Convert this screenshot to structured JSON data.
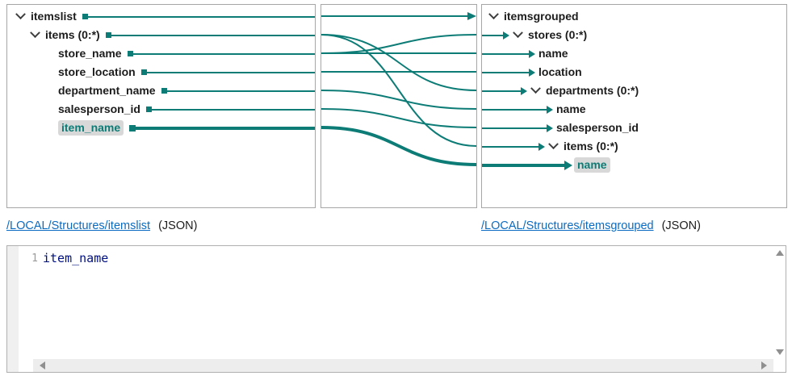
{
  "colors": {
    "mapping_teal": "#0d7c76",
    "selected_background": "#d8d8d8",
    "panel_border": "#a6a6a6",
    "link_blue": "#0b6bc2",
    "code_text": "#001080"
  },
  "source_tree": {
    "rows": [
      {
        "label": "itemslist",
        "level": 0,
        "expandable": true
      },
      {
        "label": "items (0:*)",
        "level": 1,
        "expandable": true
      },
      {
        "label": "store_name",
        "level": 2,
        "expandable": false
      },
      {
        "label": "store_location",
        "level": 2,
        "expandable": false
      },
      {
        "label": "department_name",
        "level": 2,
        "expandable": false
      },
      {
        "label": "salesperson_id",
        "level": 2,
        "expandable": false
      },
      {
        "label": "item_name",
        "level": 2,
        "expandable": false,
        "selected": true,
        "thick": true
      }
    ]
  },
  "target_tree": {
    "rows": [
      {
        "label": "itemsgrouped",
        "level": 0,
        "expandable": true,
        "no_arrow": true
      },
      {
        "label": "stores (0:*)",
        "level": 1,
        "expandable": true
      },
      {
        "label": "name",
        "level": 2,
        "expandable": false
      },
      {
        "label": "location",
        "level": 2,
        "expandable": false
      },
      {
        "label": "departments (0:*)",
        "level": 2,
        "expandable": true
      },
      {
        "label": "name",
        "level": 3,
        "expandable": false
      },
      {
        "label": "salesperson_id",
        "level": 3,
        "expandable": false
      },
      {
        "label": "items (0:*)",
        "level": 3,
        "expandable": true
      },
      {
        "label": "name",
        "level": 4,
        "expandable": false,
        "selected": true,
        "thick": true
      }
    ]
  },
  "mappings": [
    {
      "source": "itemslist",
      "target": "itemsgrouped",
      "source_row": 0,
      "target_row": 0,
      "style": "arrow"
    },
    {
      "source": "items (0:*)",
      "target": "departments (0:*)",
      "source_row": 1,
      "target_row": 4,
      "style": "curve"
    },
    {
      "source": "items (0:*)",
      "target": "items (0:*)",
      "source_row": 1,
      "target_row": 7,
      "style": "curve"
    },
    {
      "source": "store_name",
      "target": "stores (0:*)",
      "source_row": 2,
      "target_row": 1,
      "style": "curve"
    },
    {
      "source": "store_name",
      "target": "name",
      "source_row": 2,
      "target_row": 2,
      "style": "curve"
    },
    {
      "source": "store_location",
      "target": "location",
      "source_row": 3,
      "target_row": 3,
      "style": "curve"
    },
    {
      "source": "department_name",
      "target": "name",
      "source_row": 4,
      "target_row": 5,
      "style": "curve"
    },
    {
      "source": "salesperson_id",
      "target": "salesperson_id",
      "source_row": 5,
      "target_row": 6,
      "style": "curve"
    },
    {
      "source": "item_name",
      "target": "name",
      "source_row": 6,
      "target_row": 8,
      "style": "curve",
      "thick": true
    }
  ],
  "links": {
    "source": {
      "path": "/LOCAL/Structures/itemslist",
      "format": "(JSON)"
    },
    "target": {
      "path": "/LOCAL/Structures/itemsgrouped",
      "format": "(JSON)"
    }
  },
  "editor": {
    "line_number": "1",
    "code": "item_name"
  },
  "icons": {
    "chevron-down-icon": "expand/collapse tree node",
    "square-connector-icon": "source field mapping anchor",
    "arrow-right-icon": "target field mapping arrow",
    "scroll-up-icon": "editor scroll up",
    "scroll-down-icon": "editor scroll down",
    "scroll-left-icon": "editor scroll left",
    "scroll-right-icon": "editor scroll right"
  }
}
